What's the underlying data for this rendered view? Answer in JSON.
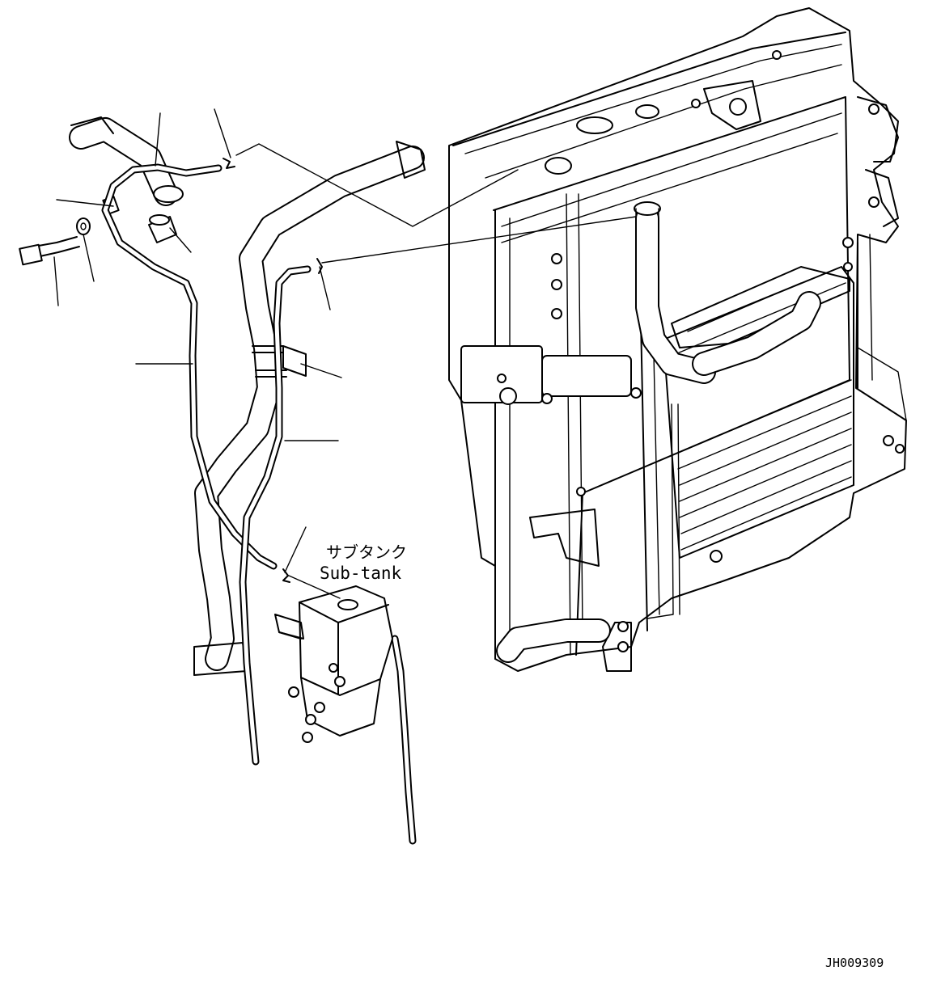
{
  "diagram": {
    "subtank_label_jp": "サブタンク",
    "subtank_label_en": "Sub-tank",
    "drawing_code": "JH009309"
  }
}
